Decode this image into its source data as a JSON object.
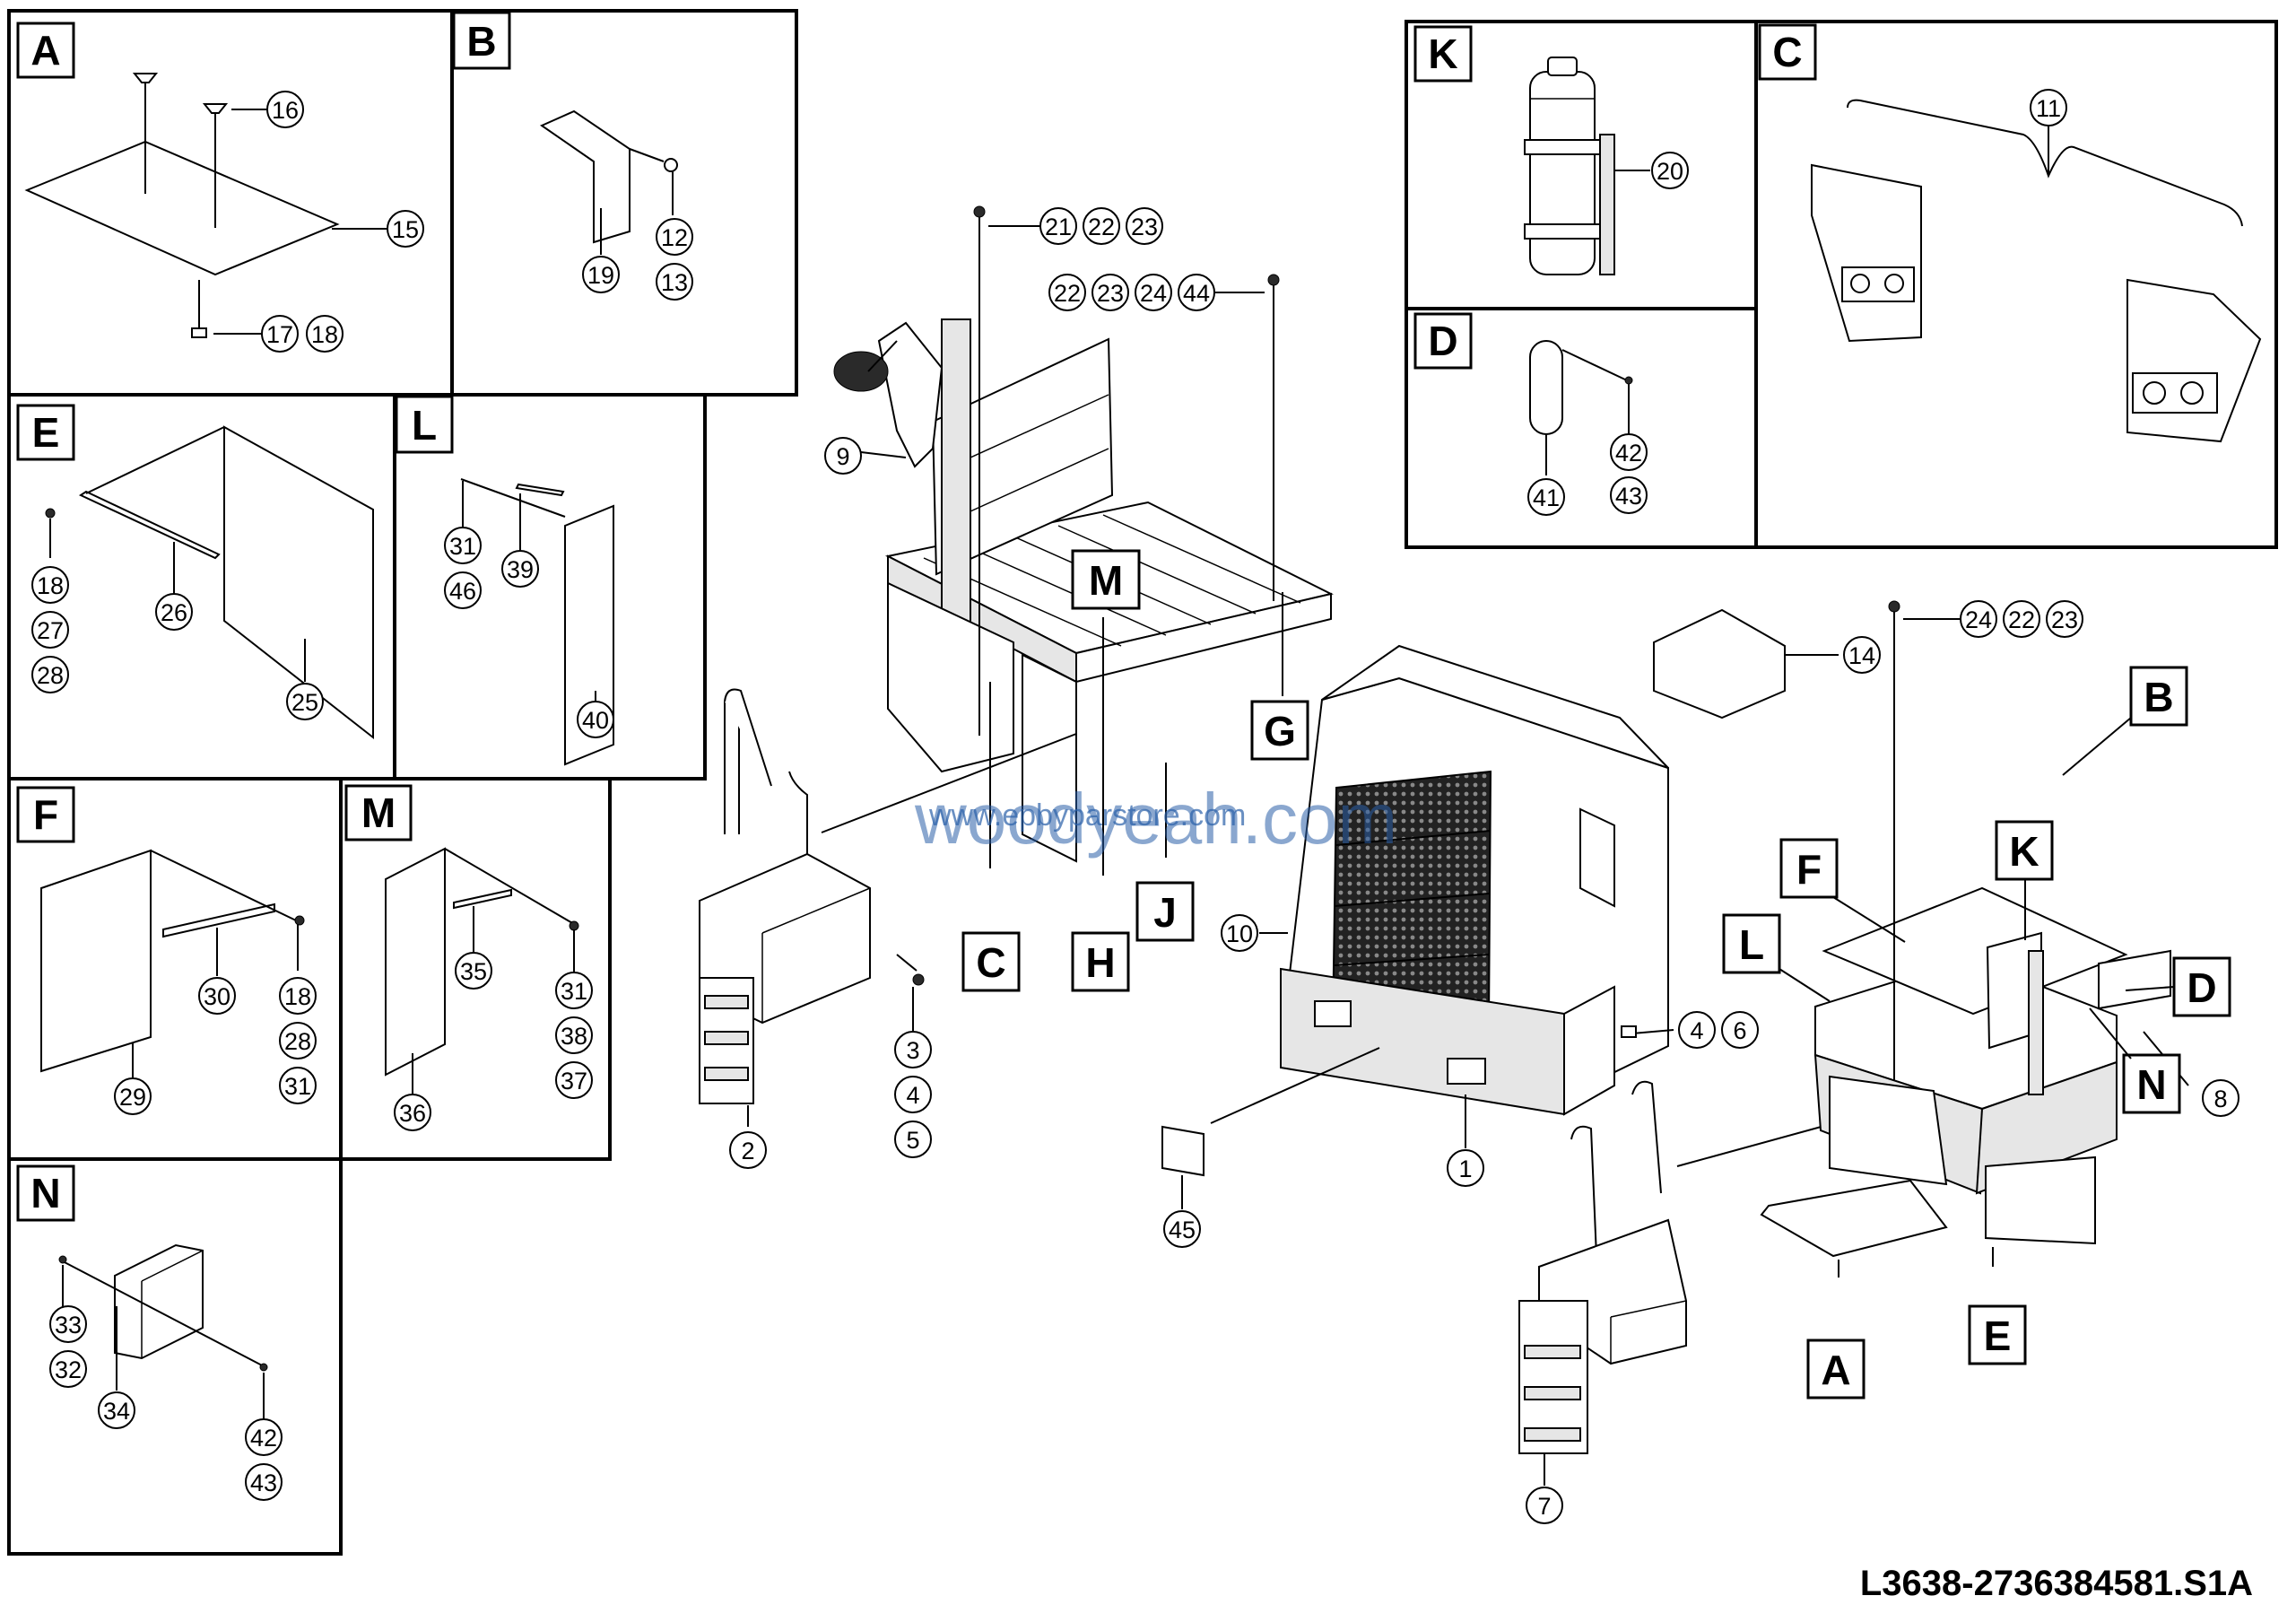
{
  "drawing_number": "L3638-2736384581.S1A",
  "watermark": "woodyeah.com",
  "watermark_small": "www.epbyparstore.com",
  "panel_labels": {
    "A": "A",
    "B": "B",
    "C": "C",
    "D": "D",
    "E": "E",
    "F": "F",
    "K": "K",
    "L": "L",
    "M": "M",
    "N": "N"
  },
  "assembly_tags": {
    "M": "M",
    "G": "G",
    "C": "C",
    "H": "H",
    "J": "J",
    "B": "B",
    "F": "F",
    "K": "K",
    "L": "L",
    "D": "D",
    "N": "N",
    "A": "A",
    "E": "E"
  },
  "callouts": {
    "c1": "1",
    "c2": "2",
    "c3": "3",
    "c4": "4",
    "c5": "5",
    "c4b": "4",
    "c6": "6",
    "c7": "7",
    "c8": "8",
    "c9": "9",
    "c10": "10",
    "c11": "11",
    "c12": "12",
    "c13": "13",
    "c14": "14",
    "c15": "15",
    "c16": "16",
    "c17": "17",
    "c18a": "18",
    "c18b": "18",
    "c18c": "18",
    "c19": "19",
    "c20": "20",
    "c21": "21",
    "c22a": "22",
    "c22b": "22",
    "c22c": "22",
    "c23a": "23",
    "c23b": "23",
    "c23c": "23",
    "c24a": "24",
    "c24b": "24",
    "c25": "25",
    "c26": "26",
    "c27": "27",
    "c28a": "28",
    "c28b": "28",
    "c29": "29",
    "c30": "30",
    "c31a": "31",
    "c31b": "31",
    "c31c": "31",
    "c32": "32",
    "c33": "33",
    "c34": "34",
    "c35": "35",
    "c36": "36",
    "c37": "37",
    "c38": "38",
    "c39": "39",
    "c40": "40",
    "c41": "41",
    "c42a": "42",
    "c42b": "42",
    "c43a": "43",
    "c43b": "43",
    "c44": "44",
    "c45": "45",
    "c46": "46"
  }
}
